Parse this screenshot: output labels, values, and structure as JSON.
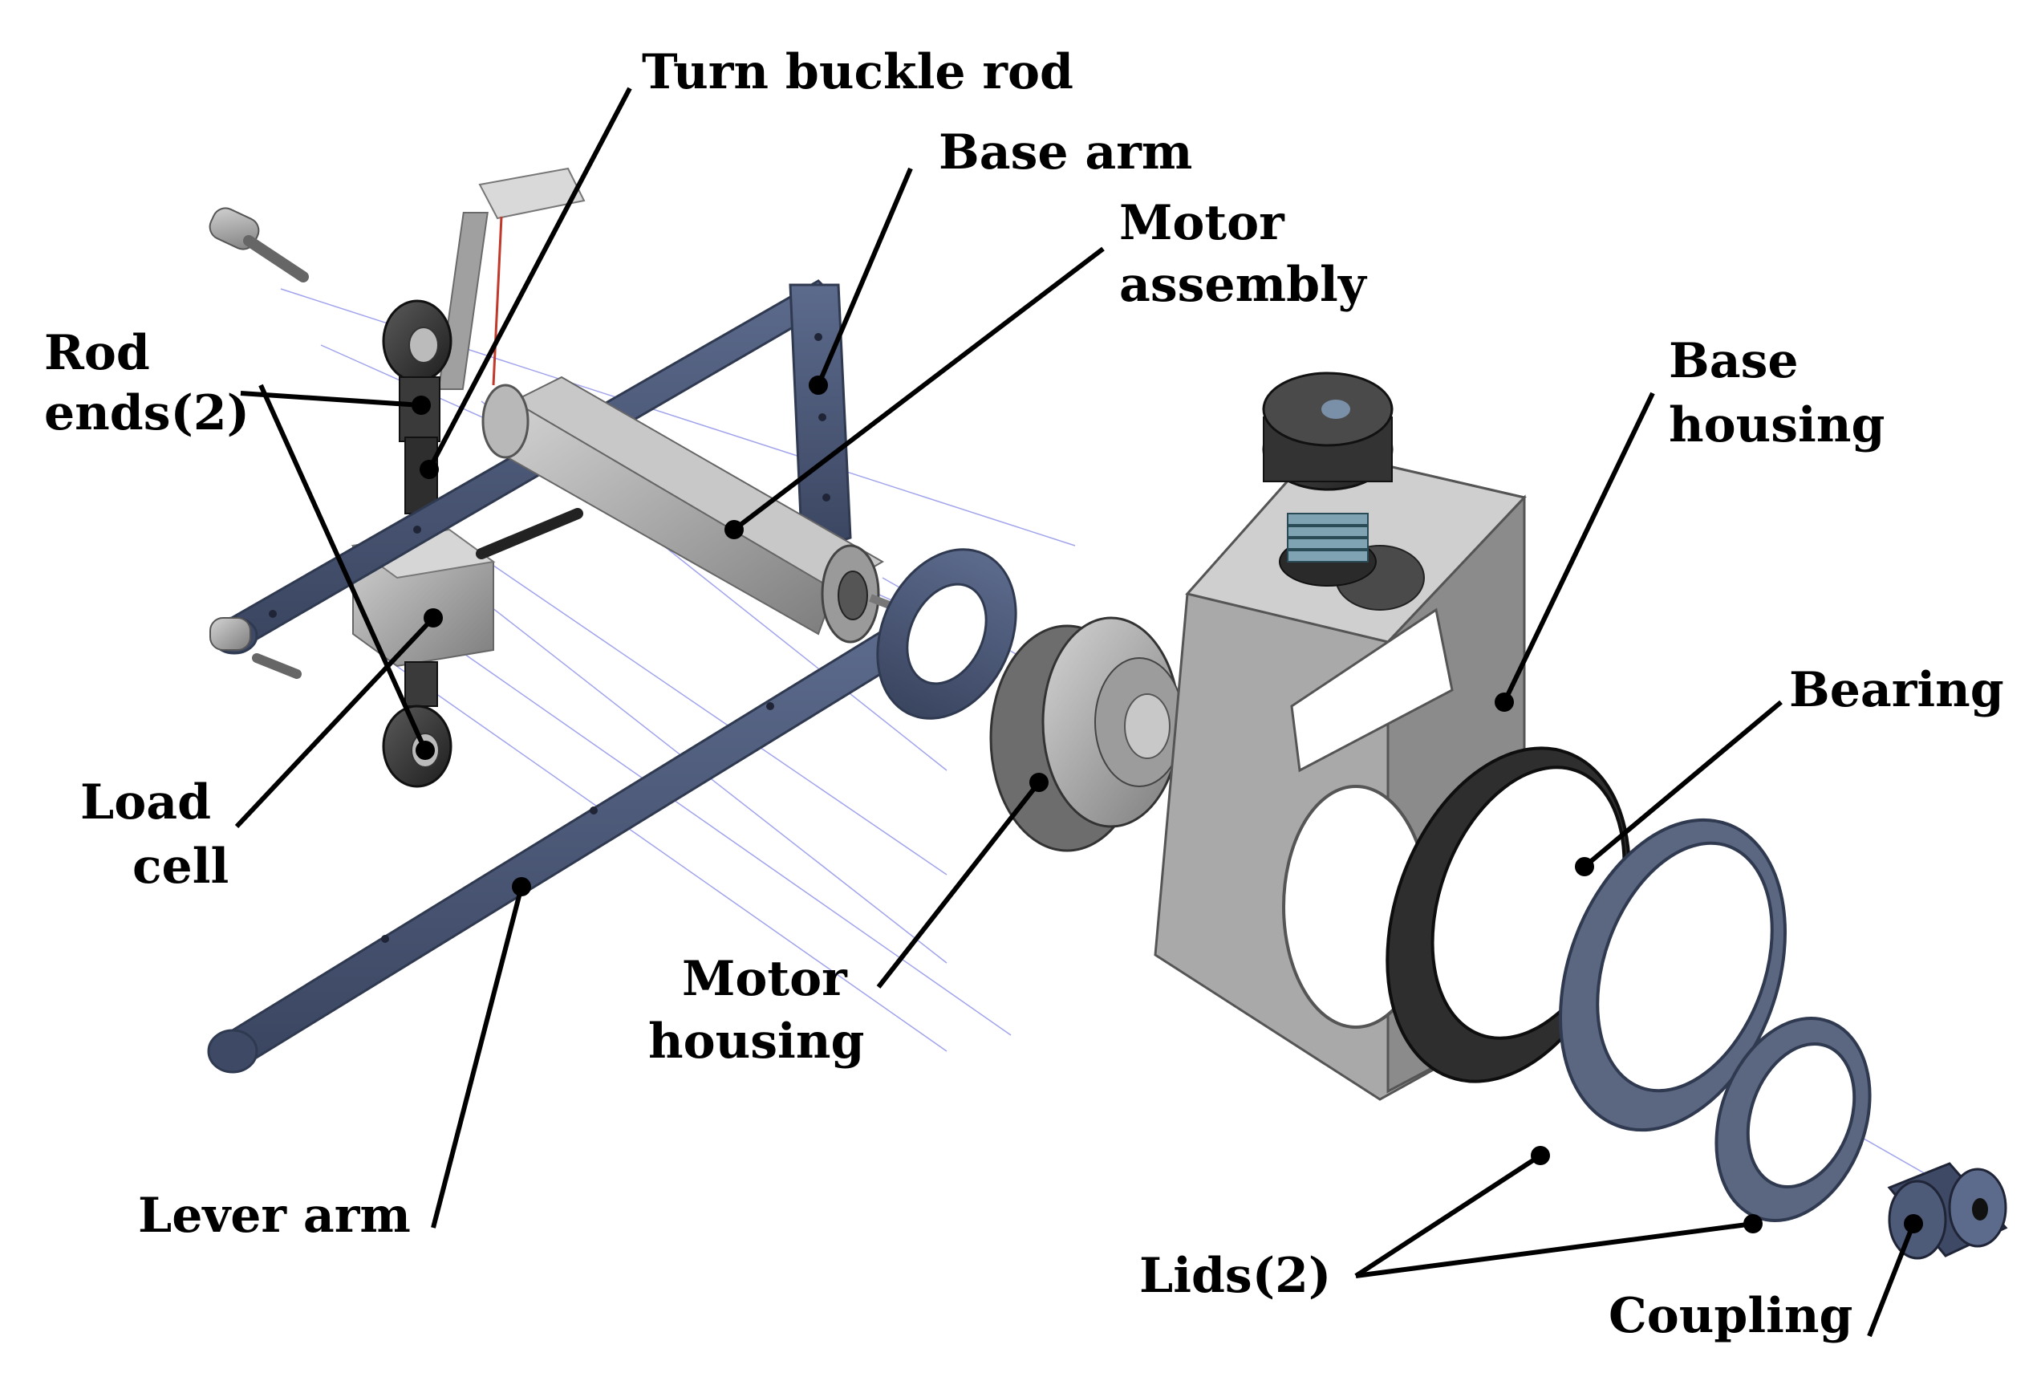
{
  "labels": {
    "turn_buckle_rod": "Turn buckle rod",
    "base_arm": "Base arm",
    "motor_assembly_l1": "Motor",
    "motor_assembly_l2": "assembly",
    "rod_ends_l1": "Rod",
    "rod_ends_l2": "ends(2)",
    "base_housing_l1": "Base",
    "base_housing_l2": "housing",
    "bearing": "Bearing",
    "load_cell_l1": "Load",
    "load_cell_l2": "cell",
    "motor_housing_l1": "Motor",
    "motor_housing_l2": "housing",
    "lever_arm": "Lever arm",
    "lids": "Lids(2)",
    "coupling": "Coupling"
  },
  "colors": {
    "arm_blue": "#4d5a78",
    "arm_blue_dark": "#2f3950",
    "metal_light": "#bdbdbd",
    "metal_mid": "#8f8f8f",
    "metal_dark": "#555555",
    "black_part": "#2a2a2a",
    "axis_lines": "#8a8ee8",
    "leader": "#000000"
  }
}
